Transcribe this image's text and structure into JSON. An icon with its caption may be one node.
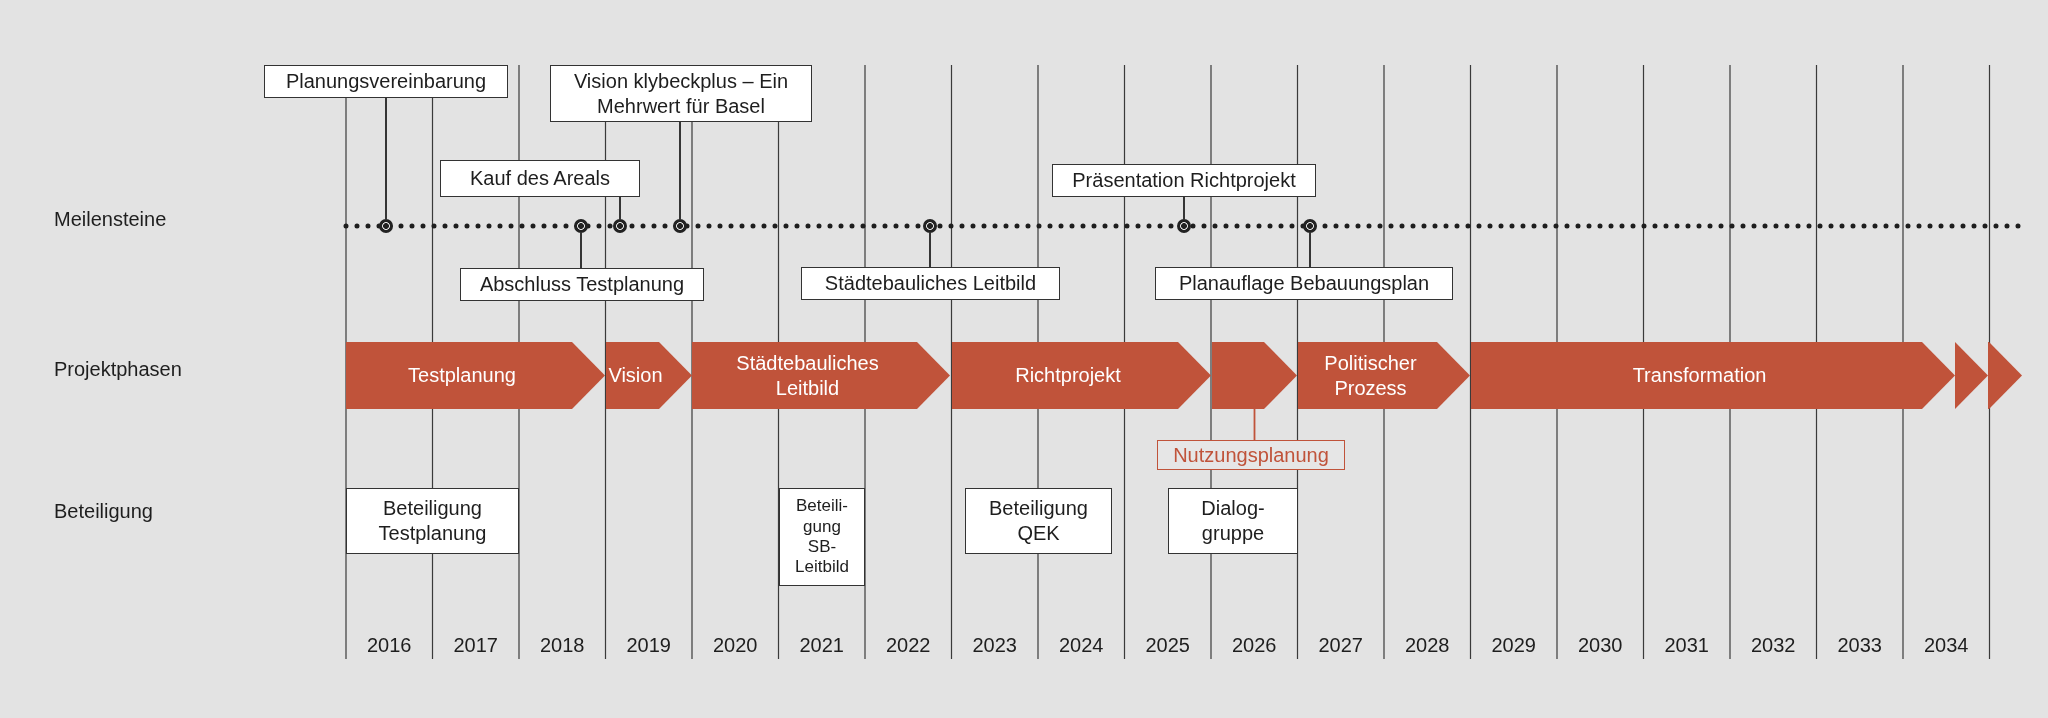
{
  "diagram": {
    "nodes": [
      {
        "text": [
          "Planungsvereinbarung"
        ]
      },
      {
        "text": [
          "Vision klybeckplus – Ein Mehrwert für Basel"
        ]
      },
      {
        "text": [
          "Kauf des Areals"
        ]
      },
      {
        "text": [
          "Präsentation Richtprojekt"
        ]
      },
      {
        "text": [],
        "shape": "circle"
      },
      {
        "text": [],
        "shape": "circle"
      },
      {
        "text": [],
        "shape": "circle"
      },
      {
        "text": [],
        "shape": "circle"
      },
      {
        "text": [],
        "shape": "circle"
      },
      {
        "text": [],
        "shape": "circle"
      },
      {
        "text": [],
        "shape": "circle"
      },
      {
        "text": [
          "Abschluss Testplanung"
        ]
      },
      {
        "text": [
          "Städtebauliches Leitbild"
        ]
      },
      {
        "text": [
          "Planauflage Bebauungsplan"
        ]
      },
      {
        "text": [
          "Testplanung"
        ]
      },
      {
        "text": [
          "Vision"
        ]
      },
      {
        "text": [
          "Städtebauliches Leitbild"
        ]
      },
      {
        "text": [
          "Richtprojekt"
        ]
      },
      {
        "text": [],
        "shape": "chevron"
      },
      {
        "text": [
          "Politischer Prozess"
        ]
      },
      {
        "text": [
          "Transformation"
        ]
      },
      {
        "text": [],
        "shape": "chevron"
      },
      {
        "text": [],
        "shape": "chevron"
      },
      {
        "text": [
          "Nutzungsplanung"
        ]
      },
      {
        "text": [
          "Beteiligung Testplanung"
        ]
      },
      {
        "text": [
          "Beteili- gung SB- Leitbild"
        ]
      },
      {
        "text": [
          "Beteiligung QEK"
        ]
      },
      {
        "text": [
          "Dialog- gruppe"
        ]
      }
    ],
    "edges": [
      {
        "from": 0,
        "to": 4,
        "arrow": "none"
      },
      {
        "from": 11,
        "to": 5,
        "arrow": "none"
      },
      {
        "from": 2,
        "to": 6,
        "arrow": "none"
      },
      {
        "from": 1,
        "to": 7,
        "arrow": "none"
      },
      {
        "from": 12,
        "to": 8,
        "arrow": "none"
      },
      {
        "from": 3,
        "to": 9,
        "arrow": "none"
      },
      {
        "from": 13,
        "to": 10,
        "arrow": "none"
      },
      {
        "from": 23,
        "to": 18,
        "arrow": "none",
        "color": "#c0533a"
      }
    ],
    "labels": [
      "Meilensteine",
      "Projektphasen",
      "Beteiligung",
      "2016",
      "2017",
      "2018",
      "2019",
      "2020",
      "2021",
      "2022",
      "2023",
      "2024",
      "2025",
      "2026",
      "2027",
      "2028",
      "2029",
      "2030",
      "2031",
      "2032",
      "2033",
      "2034"
    ]
  }
}
